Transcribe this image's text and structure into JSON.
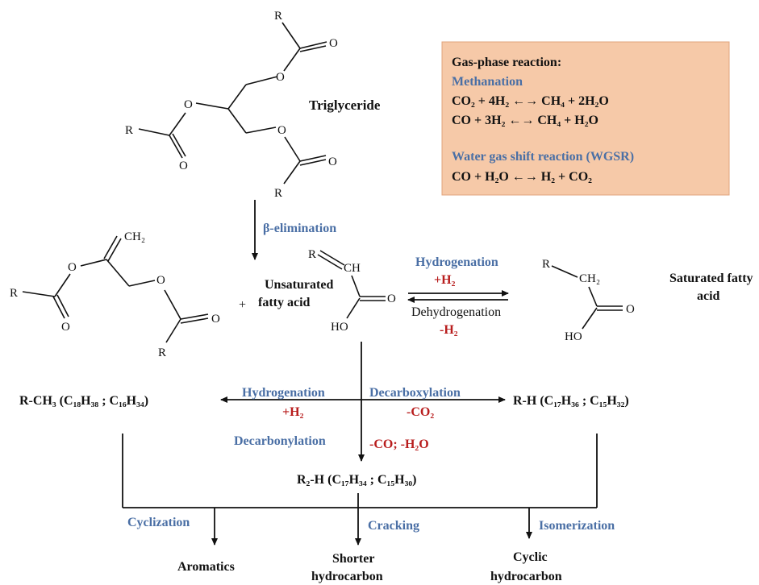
{
  "gas_box": {
    "title": "Gas-phase reaction:",
    "methanation_title": "Methanation",
    "methanation_eq1": "CO₂ + 4H₂ ←→ CH₄ + 2H₂O",
    "methanation_eq2": "CO + 3H₂ ←→ CH₄ + H₂O",
    "wgsr_title": "Water gas shift reaction (WGSR)",
    "wgsr_eq": "CO + H₂O ←→ H₂ + CO₂",
    "background": "#f6c9a8"
  },
  "molecules": {
    "triglyceride": "Triglyceride",
    "unsaturated_fatty_acid_line1": "Unsaturated",
    "unsaturated_fatty_acid_line2": "fatty acid",
    "saturated_fatty_acid_line1": "Saturated fatty",
    "saturated_fatty_acid_line2": "acid",
    "plus": "+"
  },
  "atoms": {
    "R": "R",
    "O": "O",
    "CH": "CH",
    "CH2": "CH₂",
    "HO": "HO"
  },
  "reactions": {
    "beta_elimination": "β-elimination",
    "hydrogenation": "Hydrogenation",
    "plus_h2": "+H₂",
    "dehydrogenation": "Dehydrogenation",
    "minus_h2": "-H₂",
    "decarboxylation": "Decarboxylation",
    "minus_co2": "-CO₂",
    "decarbonylation": "Decarbonylation",
    "minus_co_h2o": "-CO; -H₂O",
    "cyclization": "Cyclization",
    "cracking": "Cracking",
    "isomerization": "Isomerization"
  },
  "products": {
    "r_ch3": "R-CH₃ (C₁₈H₃₈ ; C₁₆H₃₄)",
    "r_h": "R-H (C₁₇H₃₆ ; C₁₅H₃₂)",
    "r2_h": "R₂-H (C₁₇H₃₄ ; C₁₅H₃₀)",
    "aromatics": "Aromatics",
    "shorter_line1": "Shorter",
    "shorter_line2": "hydrocarbon",
    "cyclic_line1": "Cyclic",
    "cyclic_line2": "hydrocarbon"
  },
  "colors": {
    "blue_label": "#4a6fa5",
    "red_label": "#b81d1d"
  }
}
